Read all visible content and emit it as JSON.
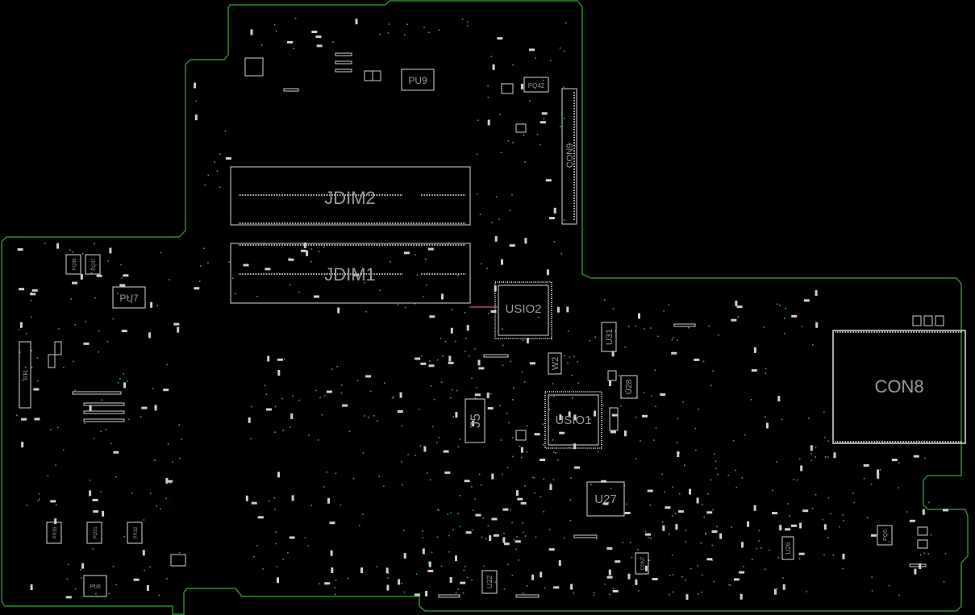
{
  "board": {
    "outline_color": "#2f8a2f",
    "background_color": "#000000",
    "silk_color": "#d8d8d8",
    "label_color": "#9a9a9a",
    "via_color": "#3f9fa0",
    "trace_color": "#b24a5a"
  },
  "components": {
    "jdim2": "JDIM2",
    "jdim1": "JDIM1",
    "usio2": "USIO2",
    "usio1": "USIO1",
    "con8": "CON8",
    "con9": "CON9",
    "u27": "U27",
    "u31": "U31",
    "u28": "U28",
    "u22": "U22",
    "u26": "U26",
    "j5": "J5",
    "w2": "W2",
    "pu9": "PU9",
    "pu7": "PU7",
    "pq42": "PQ42",
    "pq36": "PQ36",
    "pq37": "PQ37",
    "pq5": "PQ5",
    "bt1": "BT1",
    "pr35": "PR35",
    "pq31": "PQ31",
    "pr32": "PR32",
    "pu8": "PU8",
    "con7": "CON7"
  }
}
